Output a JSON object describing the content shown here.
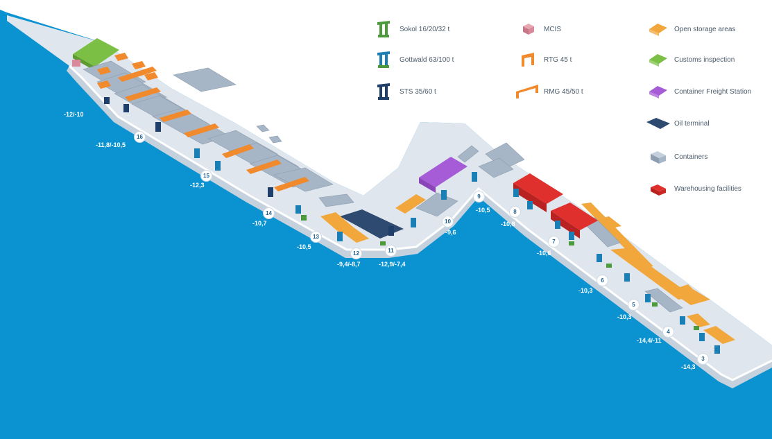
{
  "legend": [
    {
      "id": "sokol",
      "label": "Sokol 16/20/32 t",
      "icon": "sokol-crane-icon",
      "color": "#4c9a3c"
    },
    {
      "id": "gottwald",
      "label": "Gottwald 63/100 t",
      "icon": "gottwald-crane-icon",
      "color": "#1a7fb4"
    },
    {
      "id": "sts",
      "label": "STS 35/60 t",
      "icon": "sts-crane-icon",
      "color": "#1f3f6a"
    },
    {
      "id": "mcis",
      "label": "MCIS",
      "icon": "mcis-box-icon",
      "color": "#d98a9a"
    },
    {
      "id": "rtg",
      "label": "RTG 45 t",
      "icon": "rtg-crane-icon",
      "color": "#f08a2c"
    },
    {
      "id": "rmg",
      "label": "RMG 45/50 t",
      "icon": "rmg-crane-icon",
      "color": "#f08a2c"
    },
    {
      "id": "open-storage",
      "label": "Open storage areas",
      "icon": "open-storage-icon",
      "color": "#f2a73d"
    },
    {
      "id": "customs",
      "label": "Customs inspection",
      "icon": "customs-inspection-icon",
      "color": "#7cbf45"
    },
    {
      "id": "cfs",
      "label": "Container Freight Station",
      "icon": "container-freight-station-icon",
      "color": "#a65cd6"
    },
    {
      "id": "oil",
      "label": "Oil terminal",
      "icon": "oil-terminal-icon",
      "color": "#2e4a70"
    },
    {
      "id": "containers",
      "label": "Containers",
      "icon": "containers-icon",
      "color": "#a7b6c6"
    },
    {
      "id": "warehouse",
      "label": "Warehousing facilities",
      "icon": "warehouse-icon",
      "color": "#e0302d"
    }
  ],
  "berths": [
    "16",
    "15",
    "14",
    "13",
    "12",
    "11",
    "10",
    "9",
    "8",
    "7",
    "6",
    "5",
    "4",
    "3"
  ],
  "depths": [
    "-12/-10",
    "-11,8/-10,5",
    "-12,3",
    "-10,7",
    "-10,5",
    "-9,4/-8,7",
    "-12,9/-7,4",
    "-9,6",
    "-10,5",
    "-10,8",
    "-10,6",
    "-10,3",
    "-10,3",
    "-14,4/-11",
    "-14,3"
  ],
  "colors": {
    "water": "#0b93d1",
    "land": "#e3e9ef",
    "quay": "#f4f6f8"
  }
}
